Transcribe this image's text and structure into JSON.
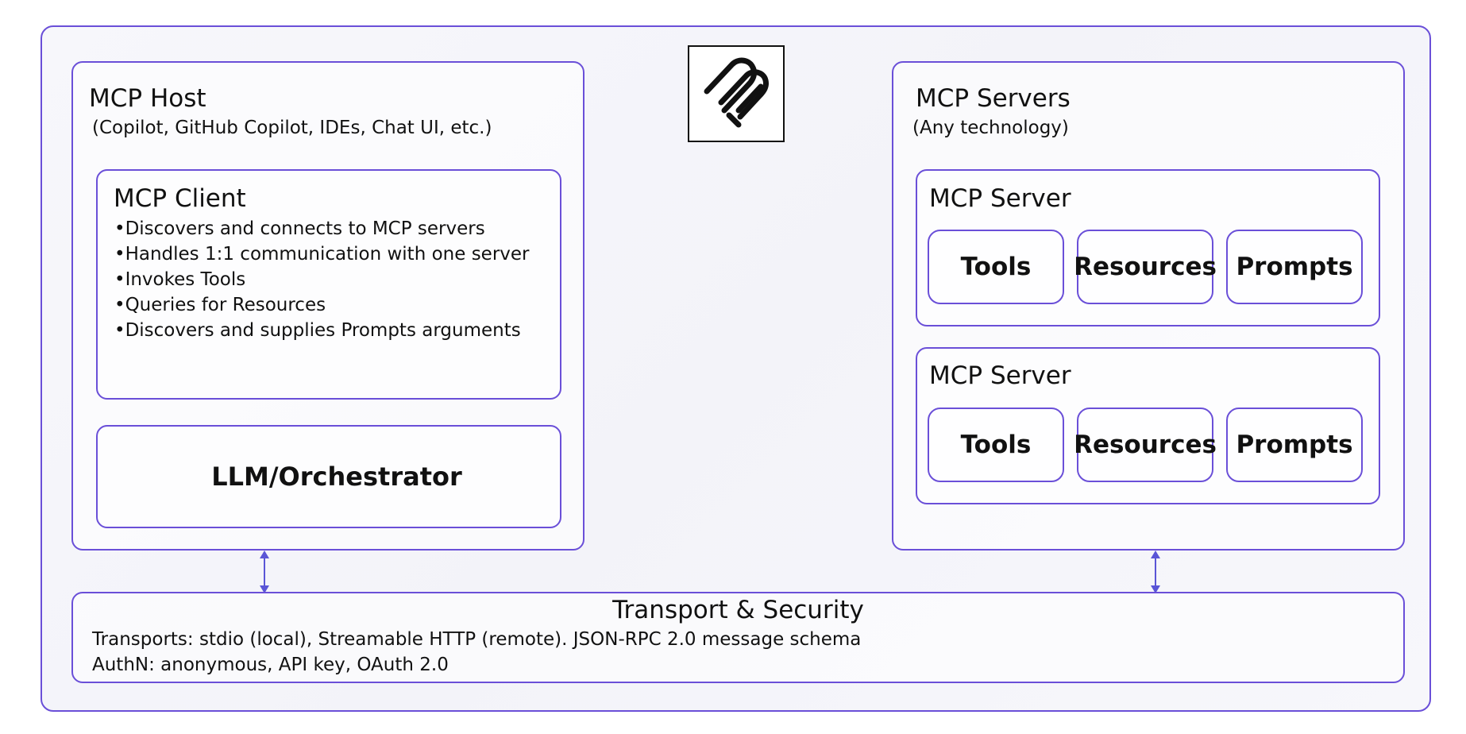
{
  "logo": {
    "icon": "mcp-logo-icon"
  },
  "host": {
    "title": "MCP Host",
    "subtitle": "(Copilot, GitHub Copilot, IDEs, Chat UI, etc.)",
    "client": {
      "title": "MCP Client",
      "items": [
        "•Discovers and connects to MCP servers",
        "•Handles 1:1 communication with one server",
        "•Invokes Tools",
        "•Queries for Resources",
        "•Discovers and supplies Prompts arguments"
      ]
    },
    "orchestrator": {
      "label": "LLM/Orchestrator"
    }
  },
  "servers": {
    "title": "MCP Servers",
    "subtitle": "(Any technology)",
    "list": [
      {
        "title": "MCP Server",
        "features": [
          "Tools",
          "Resources",
          "Prompts"
        ]
      },
      {
        "title": "MCP Server",
        "features": [
          "Tools",
          "Resources",
          "Prompts"
        ]
      }
    ]
  },
  "transport": {
    "title": "Transport & Security",
    "lines": [
      "Transports: stdio (local), Streamable HTTP (remote). JSON-RPC 2.0 message schema",
      "AuthN: anonymous, API key, OAuth 2.0"
    ]
  },
  "colors": {
    "border": "#6a4fd8",
    "arrow": "#5a55d6",
    "background": "#f5f5fa"
  }
}
